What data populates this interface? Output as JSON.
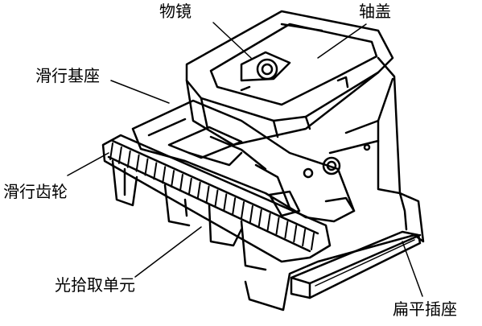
{
  "labels": {
    "objective_lens": "物镜",
    "shaft_cover": "轴盖",
    "slide_base": "滑行基座",
    "slide_gear": "滑行齿轮",
    "pickup_unit": "光拾取单元",
    "ribbon_socket": "扁平插座"
  }
}
